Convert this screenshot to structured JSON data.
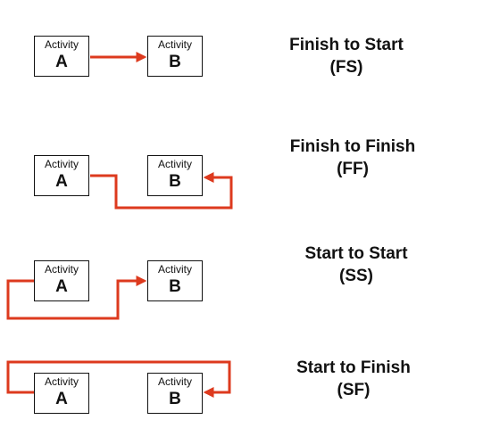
{
  "colors": {
    "connector": "#dd3a1e",
    "box_border": "#111111",
    "text": "#111111"
  },
  "relationships": [
    {
      "name": "Finish to Start",
      "abbr": "(FS)",
      "from": {
        "caption": "Activity",
        "letter": "A"
      },
      "to": {
        "caption": "Activity",
        "letter": "B"
      }
    },
    {
      "name": "Finish to Finish",
      "abbr": "(FF)",
      "from": {
        "caption": "Activity",
        "letter": "A"
      },
      "to": {
        "caption": "Activity",
        "letter": "B"
      }
    },
    {
      "name": "Start to Start",
      "abbr": "(SS)",
      "from": {
        "caption": "Activity",
        "letter": "A"
      },
      "to": {
        "caption": "Activity",
        "letter": "B"
      }
    },
    {
      "name": "Start to Finish",
      "abbr": "(SF)",
      "from": {
        "caption": "Activity",
        "letter": "A"
      },
      "to": {
        "caption": "Activity",
        "letter": "B"
      }
    }
  ]
}
